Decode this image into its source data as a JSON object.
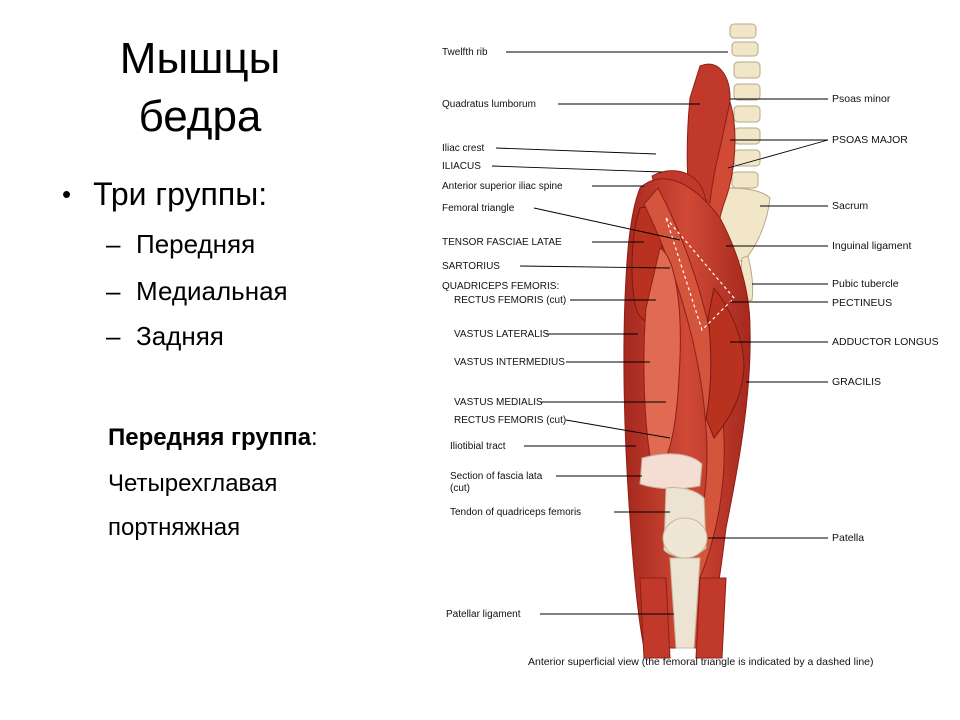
{
  "slide": {
    "title_line1": "Мышцы",
    "title_line2": "бедра",
    "bullet": "Три группы:",
    "subitems": [
      "Передняя",
      "Медиальная",
      "Задняя"
    ],
    "group_heading_bold": "Передняя группа",
    "group_heading_colon": ":",
    "group_items": [
      "Четырехглавая",
      "портняжная"
    ]
  },
  "figure": {
    "labels_left": [
      "Twelfth rib",
      "Quadratus lumborum",
      "Iliac crest",
      "ILIACUS",
      "Anterior superior iliac spine",
      "Femoral triangle",
      "TENSOR FASCIAE LATAE",
      "SARTORIUS",
      "QUADRICEPS FEMORIS:",
      "RECTUS FEMORIS (cut)",
      "VASTUS LATERALIS",
      "VASTUS INTERMEDIUS",
      "VASTUS MEDIALIS",
      "RECTUS FEMORIS (cut)",
      "Iliotibial tract",
      "Section of fascia lata",
      "(cut)",
      "Tendon of quadriceps femoris",
      "Patellar ligament"
    ],
    "labels_right": [
      "Psoas minor",
      "PSOAS MAJOR",
      "Sacrum",
      "Inguinal ligament",
      "Pubic tubercle",
      "PECTINEUS",
      "ADDUCTOR LONGUS",
      "GRACILIS",
      "Patella"
    ],
    "caption": "Anterior superficial view (the femoral triangle is indicated by a dashed line)"
  },
  "colors": {
    "muscle": "#c0392b",
    "muscle_dark": "#8e1f17",
    "muscle_light": "#e06a52",
    "tendon": "#ece3d3",
    "bone": "#f1e6c8"
  }
}
